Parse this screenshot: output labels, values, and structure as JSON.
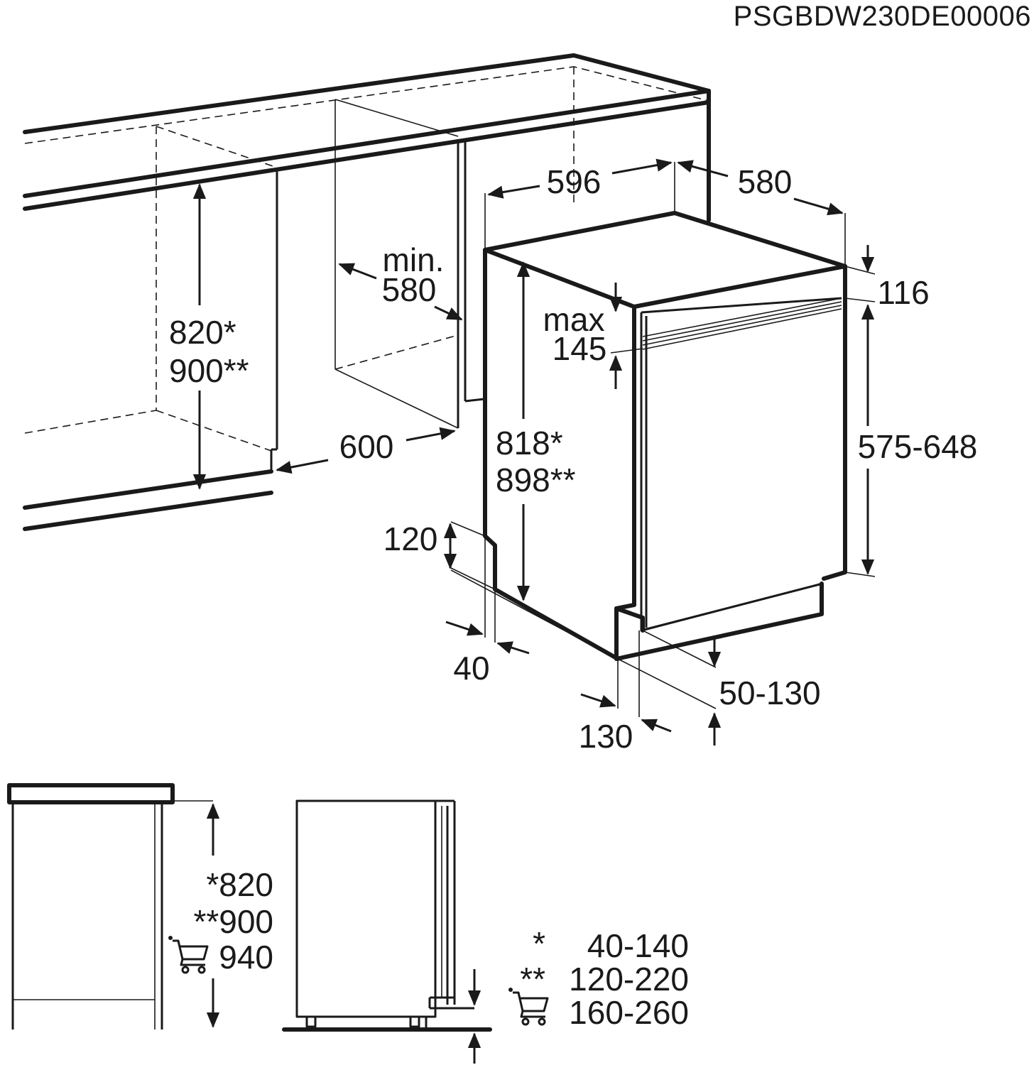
{
  "code": "PSGBDW230DE00006",
  "dims": {
    "width": "596",
    "depth": "580",
    "top_116": "116",
    "max_label": "max",
    "max_value": "145",
    "min_label": "min.",
    "min_value": "580",
    "niche_height_1": "820*",
    "niche_height_2": "900**",
    "niche_width": "600",
    "height_1": "818*",
    "height_2": "898**",
    "door_height": "575-648",
    "plinth_120": "120",
    "side_40": "40",
    "plinth_range": "50-130",
    "front_130": "130"
  },
  "side_view": {
    "h1": "*820",
    "h2": "**900",
    "h3": "940"
  },
  "legend": [
    {
      "mark": "*",
      "value": "40-140"
    },
    {
      "mark": "**",
      "value": "120-220"
    },
    {
      "mark": "cart",
      "value": "160-260"
    }
  ]
}
